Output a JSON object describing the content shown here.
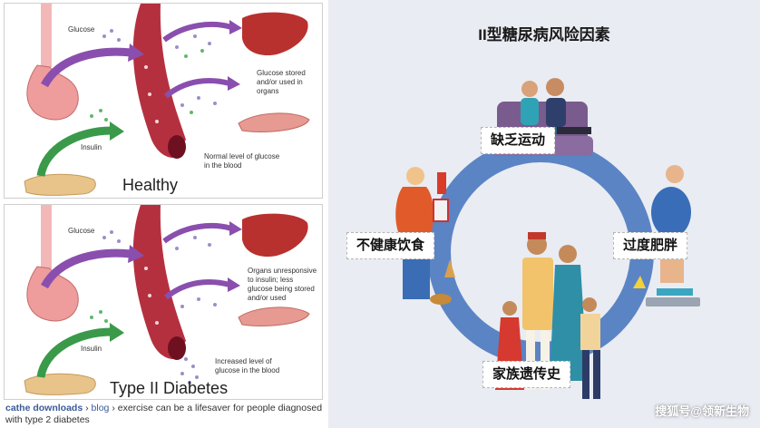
{
  "healthy_panel": {
    "title": "Healthy",
    "glucose_label": "Glucose",
    "insulin_label": "Insulin",
    "organs_label": "Glucose stored and/or used in organs",
    "blood_label": "Normal level of glucose in the blood"
  },
  "t2d_panel": {
    "title": "Type II Diabetes",
    "glucose_label": "Glucose",
    "insulin_label": "Insulin",
    "organs_label": "Organs unresponsive to insulin; less glucose being stored and/or used",
    "blood_label": "Increased level of glucose in the blood"
  },
  "caption": {
    "site": "cathe downloads",
    "separator": "›",
    "section": "blog",
    "text": "exercise can be a lifesaver for people diagnosed with type 2 diabetes"
  },
  "infographic": {
    "title": "II型糖尿病风险因素",
    "factors": {
      "lack_exercise": "缺乏运动",
      "unhealthy_diet": "不健康饮食",
      "obesity": "过度肥胖",
      "family_history": "家族遗传史"
    },
    "watermark": "搜狐号@领新生物"
  },
  "colors": {
    "ring": "#5b84c4",
    "background": "#e9ecf2",
    "blood_vessel": "#b5303f",
    "glucose_arrow": "#8a4fae",
    "insulin_arrow": "#3a9a4a",
    "liver": "#b8312e"
  }
}
